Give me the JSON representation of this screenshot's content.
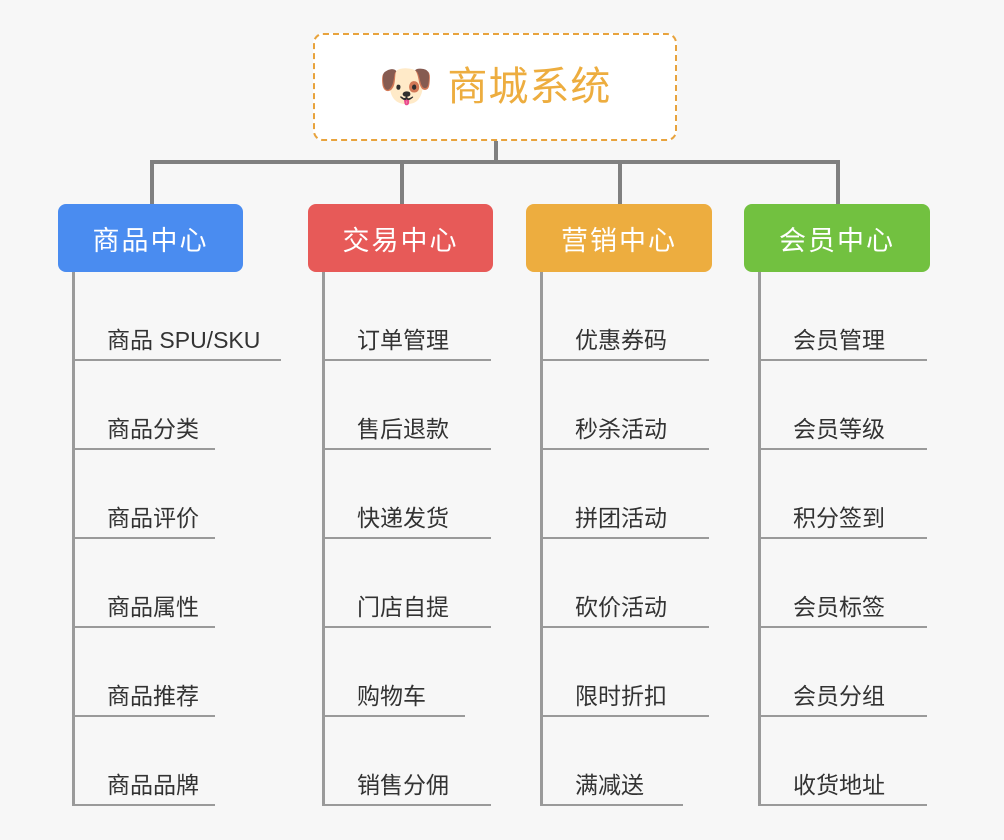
{
  "diagram": {
    "type": "mindmap-tree",
    "background_color": "#f7f7f7",
    "connector_color": "#808080"
  },
  "root": {
    "title": "商城系统",
    "icon": "shiba-dog-emoji",
    "emoji": "🐶",
    "text_color": "#edad3f",
    "border_color": "#e8a33d",
    "background_color": "#ffffff"
  },
  "categories": [
    {
      "label": "商品中心",
      "color": "#4a8cf0",
      "items": [
        {
          "label": "商品 SPU/SKU"
        },
        {
          "label": "商品分类"
        },
        {
          "label": "商品评价"
        },
        {
          "label": "商品属性"
        },
        {
          "label": "商品推荐"
        },
        {
          "label": "商品品牌"
        }
      ]
    },
    {
      "label": "交易中心",
      "color": "#e75a58",
      "items": [
        {
          "label": "订单管理"
        },
        {
          "label": "售后退款"
        },
        {
          "label": "快递发货"
        },
        {
          "label": "门店自提"
        },
        {
          "label": "购物车",
          "narrow": true
        },
        {
          "label": "销售分佣"
        }
      ]
    },
    {
      "label": "营销中心",
      "color": "#edad3f",
      "items": [
        {
          "label": "优惠券码"
        },
        {
          "label": "秒杀活动"
        },
        {
          "label": "拼团活动"
        },
        {
          "label": "砍价活动"
        },
        {
          "label": "限时折扣"
        },
        {
          "label": "满减送",
          "narrow": true
        }
      ]
    },
    {
      "label": "会员中心",
      "color": "#72c140",
      "items": [
        {
          "label": "会员管理"
        },
        {
          "label": "会员等级"
        },
        {
          "label": "积分签到"
        },
        {
          "label": "会员标签"
        },
        {
          "label": "会员分组"
        },
        {
          "label": "收货地址"
        }
      ]
    }
  ]
}
